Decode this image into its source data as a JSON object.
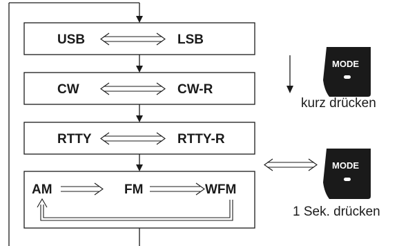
{
  "modes": {
    "usb": "USB",
    "lsb": "LSB",
    "cw": "CW",
    "cw_r": "CW-R",
    "rtty": "RTTY",
    "rtty_r": "RTTY-R",
    "am": "AM",
    "fm": "FM",
    "wfm": "WFM"
  },
  "buttons": {
    "short_press": {
      "label": "MODE",
      "caption": "kurz drücken"
    },
    "long_press": {
      "label": "MODE",
      "caption": "1 Sek. drücken"
    }
  },
  "colors": {
    "line": "#1a1a1a",
    "button": "#1a1a1a",
    "button_text": "#ffffff"
  }
}
